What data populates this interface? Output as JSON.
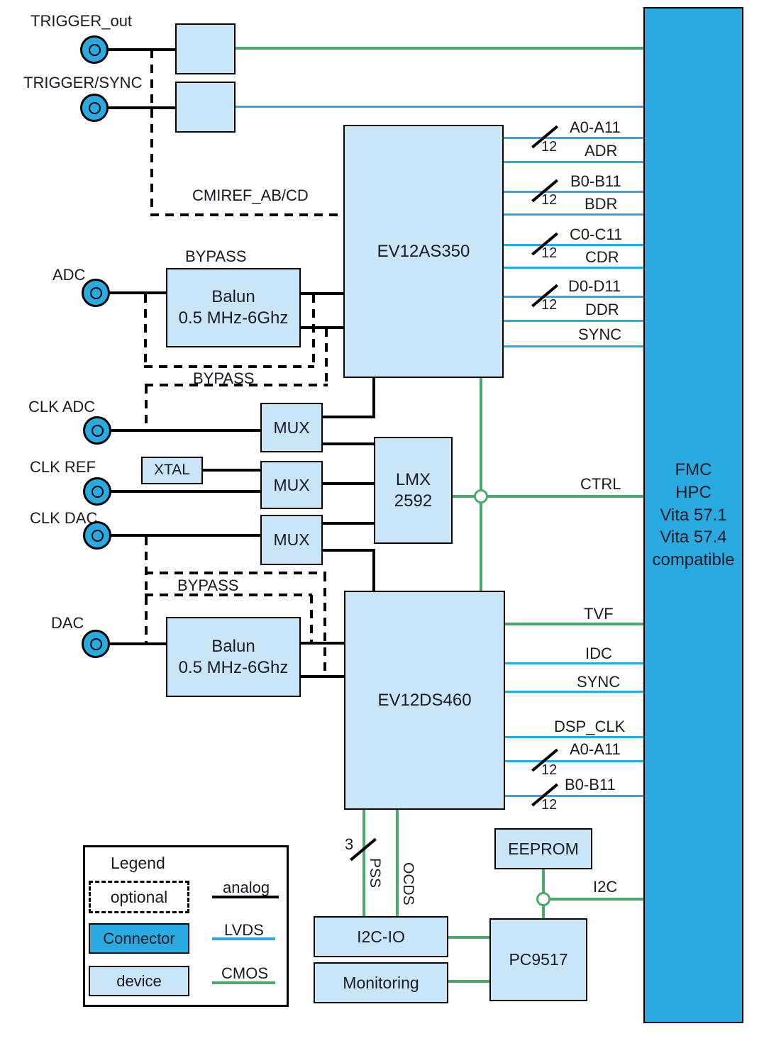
{
  "colors": {
    "connector_blue": "#29abe2",
    "device_blue": "#c8e6f8",
    "analog_black": "#000000",
    "lvds_blue": "#29abe2",
    "cmos_green": "#4aa96c"
  },
  "connectors": {
    "trigger_out": "TRIGGER_out",
    "trigger_sync": "TRIGGER/SYNC",
    "adc": "ADC",
    "clk_adc": "CLK ADC",
    "clk_ref": "CLK REF",
    "clk_dac": "CLK DAC",
    "dac": "DAC"
  },
  "blocks": {
    "adc_chip": "EV12AS350",
    "dac_chip": "EV12DS460",
    "lmx_l1": "LMX",
    "lmx_l2": "2592",
    "balun_l1": "Balun",
    "balun_l2": "0.5 MHz-6Ghz",
    "mux": "MUX",
    "xtal": "XTAL",
    "eeprom": "EEPROM",
    "i2c_io": "I2C-IO",
    "monitoring": "Monitoring",
    "pc9517": "PC9517"
  },
  "fmc": {
    "l1": "FMC",
    "l2": "HPC",
    "l3": "Vita 57.1",
    "l4": "Vita 57.4",
    "l5": "compatible"
  },
  "adc_buses": [
    {
      "name": "A0-A11",
      "width": "12",
      "clk": "ADR"
    },
    {
      "name": "B0-B11",
      "width": "12",
      "clk": "BDR"
    },
    {
      "name": "C0-C11",
      "width": "12",
      "clk": "CDR"
    },
    {
      "name": "D0-D11",
      "width": "12",
      "clk": "DDR"
    }
  ],
  "adc_sync": "SYNC",
  "dac_signals": {
    "tvf": "TVF",
    "idc": "IDC",
    "sync": "SYNC",
    "dsp_clk": "DSP_CLK",
    "a": "A0-A11",
    "a_width": "12",
    "b": "B0-B11",
    "b_width": "12"
  },
  "signals": {
    "cmiref": "CMIREF_AB/CD",
    "bypass": "BYPASS",
    "ctrl": "CTRL",
    "i2c": "I2C",
    "pss": "PSS",
    "pss_width": "3",
    "ocds": "OCDS"
  },
  "legend": {
    "title": "Legend",
    "optional": "optional",
    "connector": "Connector",
    "device": "device",
    "analog": "analog",
    "lvds": "LVDS",
    "cmos": "CMOS"
  }
}
